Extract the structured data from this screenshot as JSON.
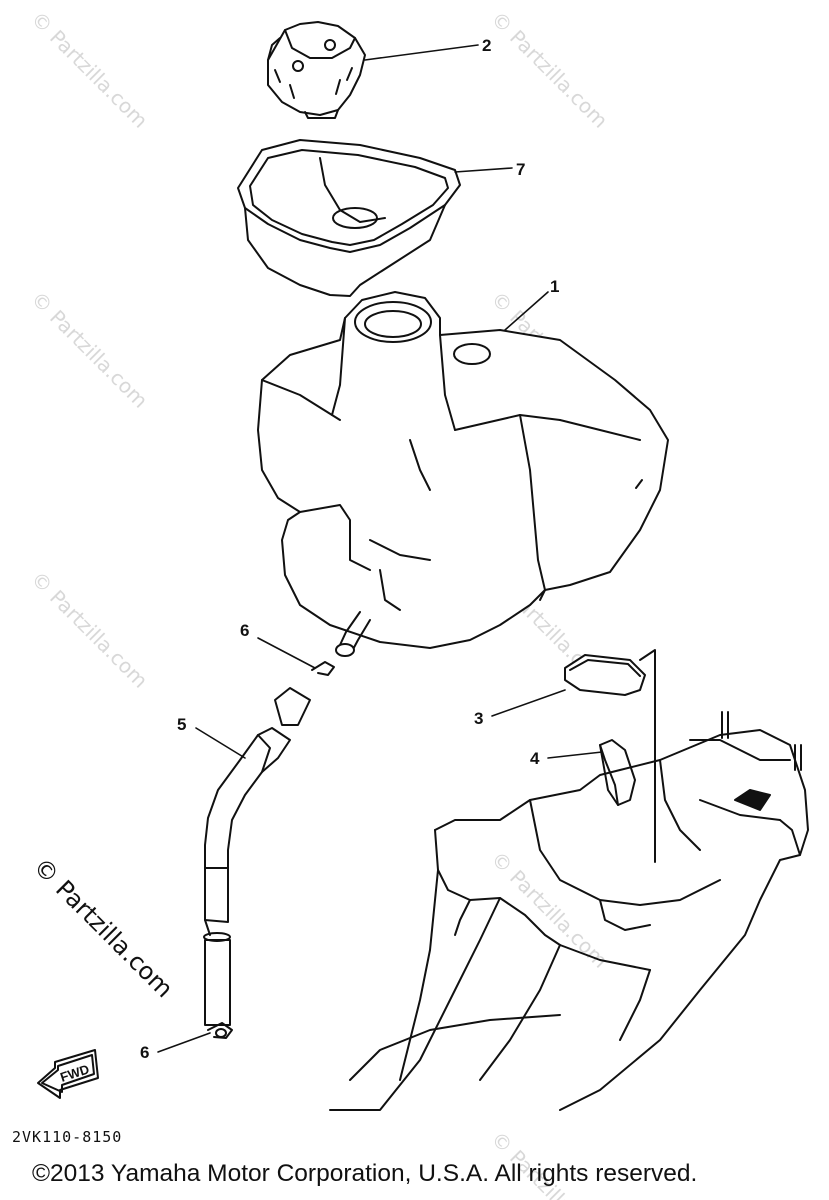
{
  "callouts": {
    "c1": "1",
    "c2": "2",
    "c3": "3",
    "c4": "4",
    "c5": "5",
    "c6a": "6",
    "c6b": "6",
    "c7": "7"
  },
  "watermark": {
    "text": "© Partzilla.com",
    "side_text": "© Partzilla.com"
  },
  "fwd_label": "FWD",
  "part_code": "2VK110-8150",
  "copyright": "©2013 Yamaha Motor Corporation, U.S.A. All rights reserved."
}
